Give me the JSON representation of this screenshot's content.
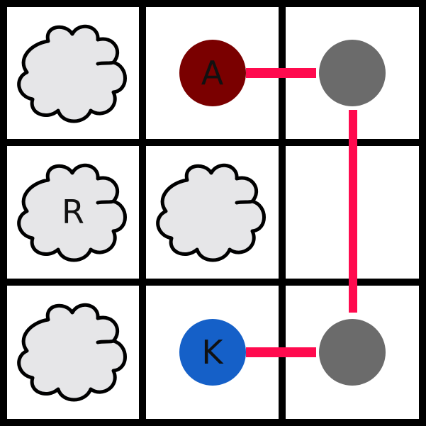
{
  "board": {
    "rows": 3,
    "cols": 3,
    "colors": {
      "grid": "#000000",
      "cell": "#ffffff",
      "cloud_fill": "#e6e6e8",
      "cloud_stroke": "#000000",
      "path": "#ff0a4e"
    },
    "clouds": [
      {
        "row": 0,
        "col": 0,
        "label": ""
      },
      {
        "row": 1,
        "col": 0,
        "label": "R"
      },
      {
        "row": 1,
        "col": 1,
        "label": ""
      },
      {
        "row": 2,
        "col": 0,
        "label": ""
      }
    ],
    "nodes": [
      {
        "row": 0,
        "col": 1,
        "label": "A",
        "color": "#7a0000"
      },
      {
        "row": 0,
        "col": 2,
        "label": "",
        "color": "#6b6b6b"
      },
      {
        "row": 2,
        "col": 1,
        "label": "K",
        "color": "#1560c8"
      },
      {
        "row": 2,
        "col": 2,
        "label": "",
        "color": "#6b6b6b"
      }
    ],
    "links": [
      {
        "from": [
          0,
          1
        ],
        "to": [
          0,
          2
        ]
      },
      {
        "from": [
          0,
          2
        ],
        "to": [
          2,
          2
        ]
      },
      {
        "from": [
          2,
          1
        ],
        "to": [
          2,
          2
        ]
      }
    ]
  }
}
